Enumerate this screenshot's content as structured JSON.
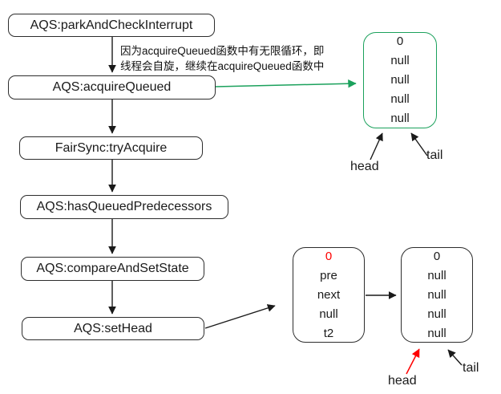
{
  "colors": {
    "accent_green": "#1ba15c",
    "accent_red": "#fe0000",
    "line_black": "#1a1a1a",
    "background": "#ffffff"
  },
  "flowchart": {
    "nodes": [
      {
        "label": "AQS:parkAndCheckInterrupt"
      },
      {
        "label": "AQS:acquireQueued"
      },
      {
        "label": "FairSync:tryAcquire"
      },
      {
        "label": "AQS:hasQueuedPredecessors"
      },
      {
        "label": "AQS:compareAndSetState"
      },
      {
        "label": "AQS:setHead"
      }
    ]
  },
  "annotation": {
    "line1": "因为acquireQueued函数中有无限循环，即",
    "line2": "线程会自旋，继续在acquireQueued函数中"
  },
  "queue_nodes": {
    "initial": {
      "rows": [
        "0",
        "null",
        "null",
        "null",
        "null"
      ],
      "head_label": "head",
      "tail_label": "tail"
    },
    "t2_node": {
      "rows": [
        "0",
        "pre",
        "next",
        "null",
        "t2"
      ]
    },
    "new_head": {
      "rows": [
        "0",
        "null",
        "null",
        "null",
        "null"
      ],
      "head_label": "head",
      "tail_label": "tail"
    }
  }
}
